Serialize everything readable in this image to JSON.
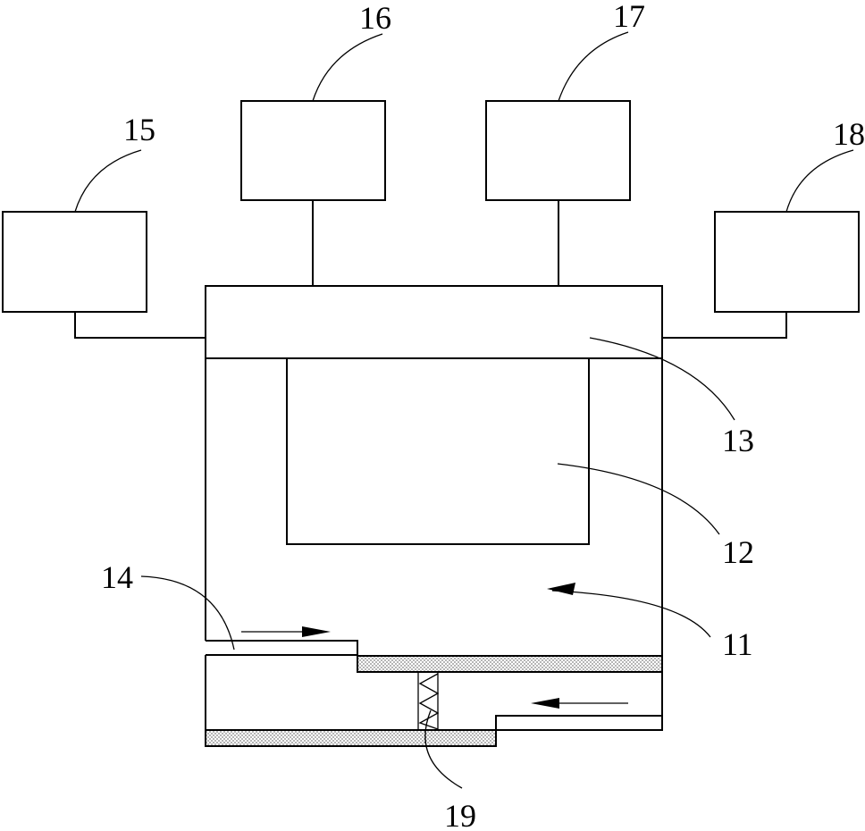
{
  "figure": {
    "labels": {
      "11": "11",
      "12": "12",
      "13": "13",
      "14": "14",
      "15": "15",
      "16": "16",
      "17": "17",
      "18": "18",
      "19": "19"
    }
  }
}
